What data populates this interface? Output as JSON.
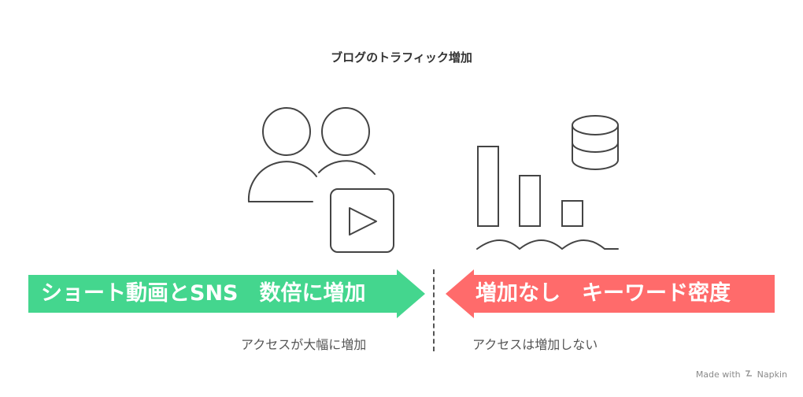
{
  "title": "ブログのトラフィック増加",
  "left": {
    "banner_label": "ショート動画とSNS　数倍に増加",
    "subtitle": "アクセスが大幅に増加",
    "color": "#44D68E"
  },
  "right": {
    "banner_label": "増加なし　キーワード密度",
    "subtitle": "アクセスは増加しない",
    "color": "#FF6B6B"
  },
  "credit": {
    "prefix": "Made with",
    "brand": "Napkin"
  },
  "icons": {
    "left": [
      "users-icon",
      "video-play-icon"
    ],
    "right": [
      "bar-chart-icon",
      "database-icon",
      "waves-icon"
    ]
  }
}
